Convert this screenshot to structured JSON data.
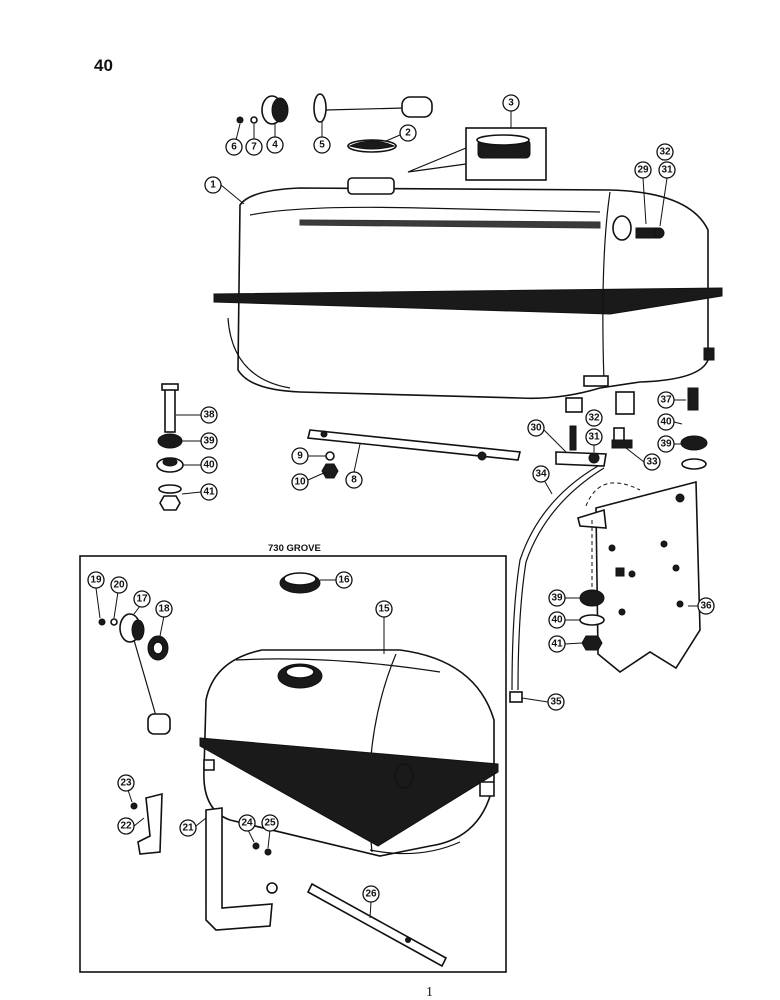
{
  "page": {
    "number": "40",
    "inset_label": "730 GROVE",
    "footer_mark": "1"
  },
  "parts_upper": [
    "1",
    "2",
    "3",
    "4",
    "5",
    "6",
    "7",
    "8",
    "9",
    "10",
    "29",
    "30",
    "31",
    "31",
    "32",
    "32",
    "33",
    "34",
    "35",
    "36",
    "37",
    "38",
    "39",
    "39",
    "39",
    "40",
    "40",
    "40",
    "41",
    "41"
  ],
  "parts_inset": [
    "15",
    "16",
    "17",
    "18",
    "19",
    "20",
    "21",
    "22",
    "23",
    "24",
    "25",
    "26"
  ]
}
